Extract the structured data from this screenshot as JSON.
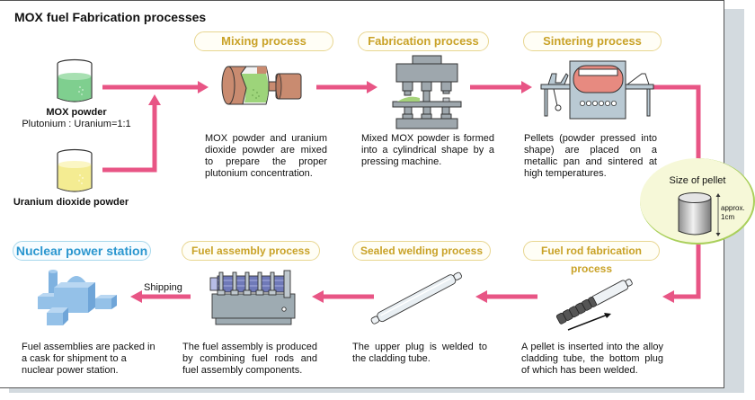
{
  "title": "MOX fuel Fabrication processes",
  "colors": {
    "arrow": "#e85585",
    "process_pill_text": "#c9a227",
    "process_pill_border": "#e8d690",
    "station_pill_text": "#2a96cf"
  },
  "inputs": {
    "mox_powder": {
      "label": "MOX powder",
      "sublabel": "Plutonium : Uranium=1:1",
      "icon": "beaker-green-icon"
    },
    "uranium_powder": {
      "label": "Uranium dioxide powder",
      "icon": "beaker-yellow-icon"
    }
  },
  "processes": [
    {
      "id": "mixing",
      "label": "Mixing process",
      "icon": "mixer-drum-icon",
      "description": "MOX powder and uranium dioxide powder are mixed to prepare the proper plutonium concentration."
    },
    {
      "id": "fabrication",
      "label": "Fabrication process",
      "icon": "pressing-machine-icon",
      "description": "Mixed MOX powder is formed into a cylindrical shape by a pressing machine."
    },
    {
      "id": "sintering",
      "label": "Sintering process",
      "icon": "sintering-furnace-icon",
      "description": "Pellets (powder pressed into shape) are placed on a metallic pan and sintered at high temperatures."
    },
    {
      "id": "fuel_rod",
      "label": "Fuel rod fabrication process",
      "icon": "fuel-rod-insertion-icon",
      "description": "A pellet is inserted into the alloy cladding tube, the bottom plug of which has been welded."
    },
    {
      "id": "sealed_welding",
      "label": "Sealed welding process",
      "icon": "sealed-rod-icon",
      "description": "The upper plug is welded to the cladding tube."
    },
    {
      "id": "fuel_assembly",
      "label": "Fuel assembly process",
      "icon": "assembly-machine-icon",
      "description": "The fuel assembly is produced by combining fuel rods and fuel assembly components."
    },
    {
      "id": "power_station",
      "label": "Nuclear power station",
      "icon": "power-station-icon",
      "description": "Fuel assemblies are packed in a cask for shipment to a nuclear power station."
    }
  ],
  "pellet_size": {
    "title": "Size of pellet",
    "dimension": "approx. 1cm",
    "dimension_line1": "approx.",
    "dimension_line2": "1cm"
  },
  "shipping_label": "Shipping"
}
